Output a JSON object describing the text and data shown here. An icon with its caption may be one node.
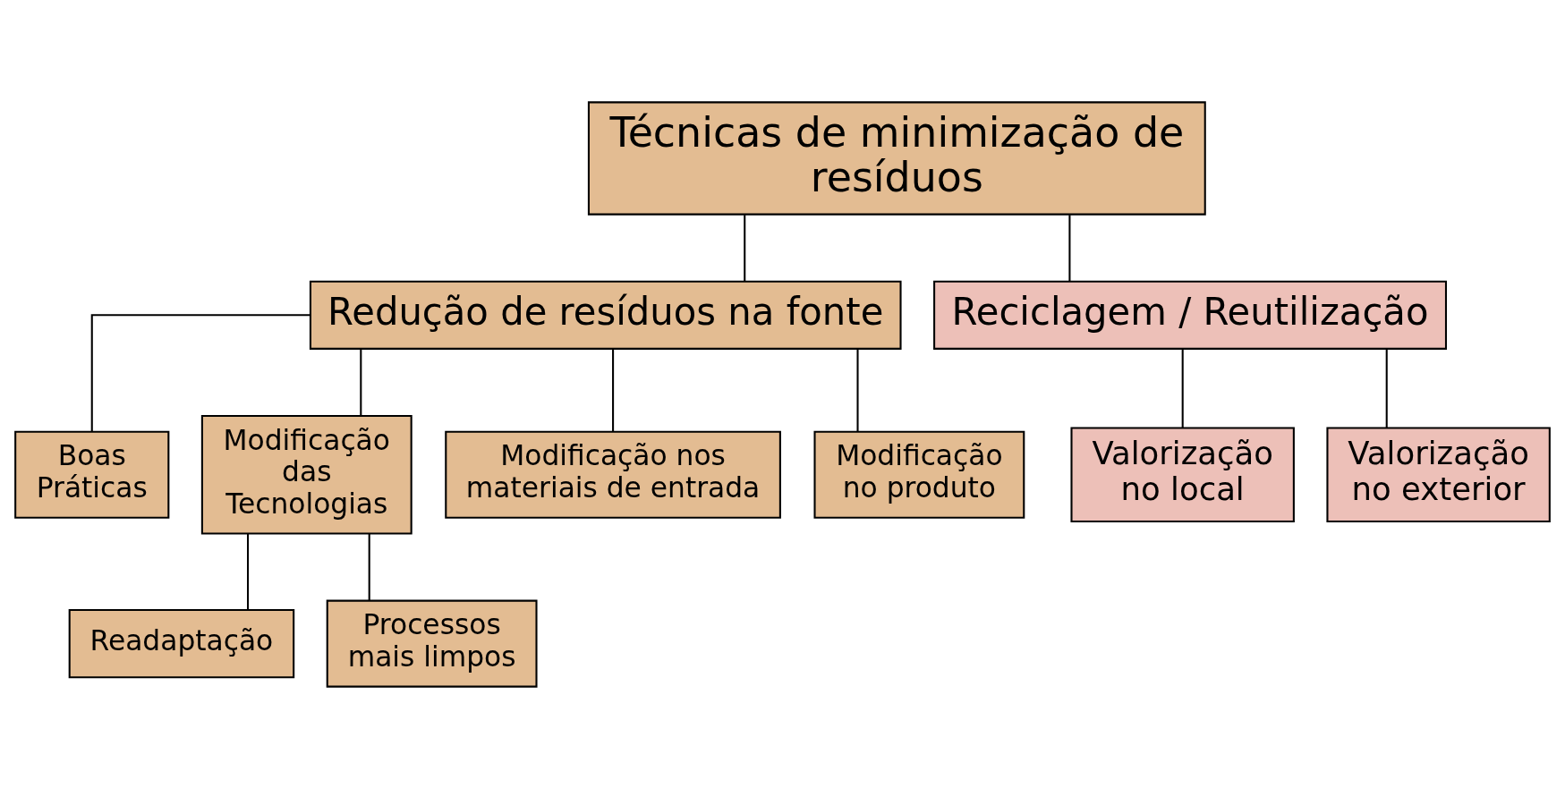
{
  "diagram": {
    "nodes": [
      {
        "text": [
          "Técnicas de minimização de resíduos"
        ]
      },
      {
        "text": [
          "Redução de resíduos na fonte"
        ]
      },
      {
        "text": [
          "Reciclagem / Reutilização"
        ]
      },
      {
        "text": [
          "Boas Práticas"
        ]
      },
      {
        "text": [
          "Modificação das Tecnologias"
        ]
      },
      {
        "text": [
          "Modificação nos materiais de entrada"
        ]
      },
      {
        "text": [
          "Modificação no produto"
        ]
      },
      {
        "text": [
          "Valorização no local"
        ]
      },
      {
        "text": [
          "Valorização no exterior"
        ]
      },
      {
        "text": [
          "Readaptação"
        ]
      },
      {
        "text": [
          "Processos mais limpos"
        ]
      }
    ],
    "edges": [
      {
        "from": 0,
        "to": 1,
        "arrow": "none"
      },
      {
        "from": 0,
        "to": 2,
        "arrow": "none"
      },
      {
        "from": 1,
        "to": 3,
        "arrow": "none"
      },
      {
        "from": 1,
        "to": 4,
        "arrow": "none"
      },
      {
        "from": 1,
        "to": 5,
        "arrow": "none"
      },
      {
        "from": 1,
        "to": 6,
        "arrow": "none"
      },
      {
        "from": 2,
        "to": 7,
        "arrow": "none"
      },
      {
        "from": 2,
        "to": 8,
        "arrow": "none"
      },
      {
        "from": 4,
        "to": 9,
        "arrow": "none"
      },
      {
        "from": 4,
        "to": 10,
        "arrow": "none"
      }
    ]
  }
}
